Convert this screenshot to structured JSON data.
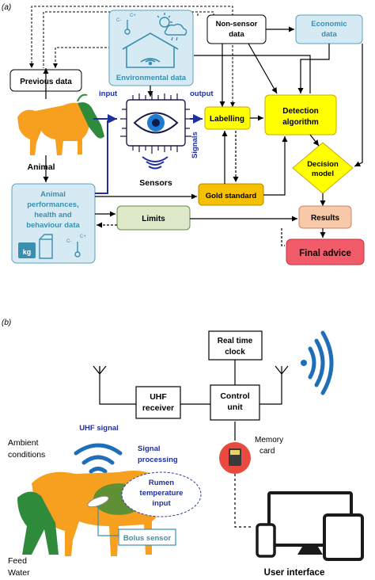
{
  "panel_a": {
    "label": "(a)",
    "previous_data": "Previous data",
    "environmental_data": "Environmental data",
    "non_sensor_data_1": "Non-sensor",
    "non_sensor_data_2": "data",
    "economic_data_1": "Economic",
    "economic_data_2": "data",
    "input": "input",
    "output": "output",
    "animal": "Animal",
    "sensors": "Sensors",
    "signals": "Signals",
    "labelling": "Labelling",
    "detection_1": "Detection",
    "detection_2": "algorithm",
    "decision_1": "Decision",
    "decision_2": "model",
    "animal_perf_1": "Animal",
    "animal_perf_2": "performances,",
    "animal_perf_3": "health and",
    "animal_perf_4": "behaviour data",
    "gold_standard": "Gold standard",
    "limits": "Limits",
    "results": "Results",
    "final_advice": "Final advice",
    "kg": "kg",
    "c_plus": "C+",
    "c_minus": "C-"
  },
  "panel_b": {
    "label": "(b)",
    "real_time_1": "Real time",
    "real_time_2": "clock",
    "uhf_receiver_1": "UHF",
    "uhf_receiver_2": "receiver",
    "control_unit_1": "Control",
    "control_unit_2": "unit",
    "uhf_signal": "UHF signal",
    "signal_processing_1": "Signal",
    "signal_processing_2": "processing",
    "ambient_1": "Ambient",
    "ambient_2": "conditions",
    "memory_card_1": "Memory",
    "memory_card_2": "card",
    "rumen_1": "Rumen",
    "rumen_2": "temperature",
    "rumen_3": "input",
    "bolus_sensor": "Bolus sensor",
    "feed": "Feed",
    "water": "Water",
    "user_interface": "User interface"
  },
  "colors": {
    "blue_arrow": "#1f2f9e",
    "yellow": "#ffff00",
    "gold": "#f5c000",
    "light_blue": "#d6eaf3",
    "teal_text": "#3a8fb0",
    "green_box": "#dde9c9",
    "results": "#f7c9a8",
    "final": "#f25b6a",
    "animal_orange": "#f7a020",
    "animal_green": "#2e8b3c",
    "wifi_blue": "#1f6fb8"
  }
}
